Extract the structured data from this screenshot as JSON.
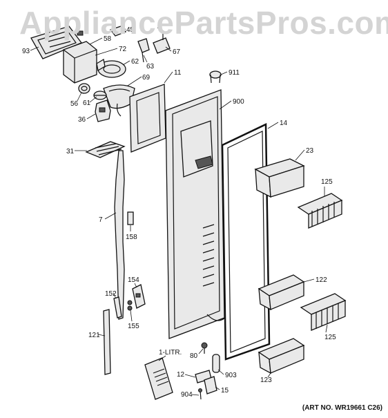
{
  "watermark": "AppliancePartsPros.com",
  "art_number": "(ART NO. WR19661 C26)",
  "parts": [
    {
      "id": "93",
      "label": "93"
    },
    {
      "id": "58",
      "label": "58"
    },
    {
      "id": "45",
      "label": "45"
    },
    {
      "id": "72",
      "label": "72"
    },
    {
      "id": "62",
      "label": "62"
    },
    {
      "id": "63",
      "label": "63"
    },
    {
      "id": "67",
      "label": "67"
    },
    {
      "id": "69",
      "label": "69"
    },
    {
      "id": "11",
      "label": "11"
    },
    {
      "id": "911",
      "label": "911"
    },
    {
      "id": "56",
      "label": "56"
    },
    {
      "id": "61",
      "label": "61"
    },
    {
      "id": "900",
      "label": "900"
    },
    {
      "id": "36",
      "label": "36"
    },
    {
      "id": "14",
      "label": "14"
    },
    {
      "id": "31",
      "label": "31"
    },
    {
      "id": "23",
      "label": "23"
    },
    {
      "id": "125a",
      "label": "125"
    },
    {
      "id": "7",
      "label": "7"
    },
    {
      "id": "158",
      "label": "158"
    },
    {
      "id": "154",
      "label": "154"
    },
    {
      "id": "122",
      "label": "122"
    },
    {
      "id": "152",
      "label": "152"
    },
    {
      "id": "155",
      "label": "155"
    },
    {
      "id": "125b",
      "label": "125"
    },
    {
      "id": "121",
      "label": "121"
    },
    {
      "id": "1-litr",
      "label": "1-LITR."
    },
    {
      "id": "80",
      "label": "80"
    },
    {
      "id": "12",
      "label": "12"
    },
    {
      "id": "903",
      "label": "903"
    },
    {
      "id": "123",
      "label": "123"
    },
    {
      "id": "904",
      "label": "904"
    },
    {
      "id": "15",
      "label": "15"
    }
  ]
}
